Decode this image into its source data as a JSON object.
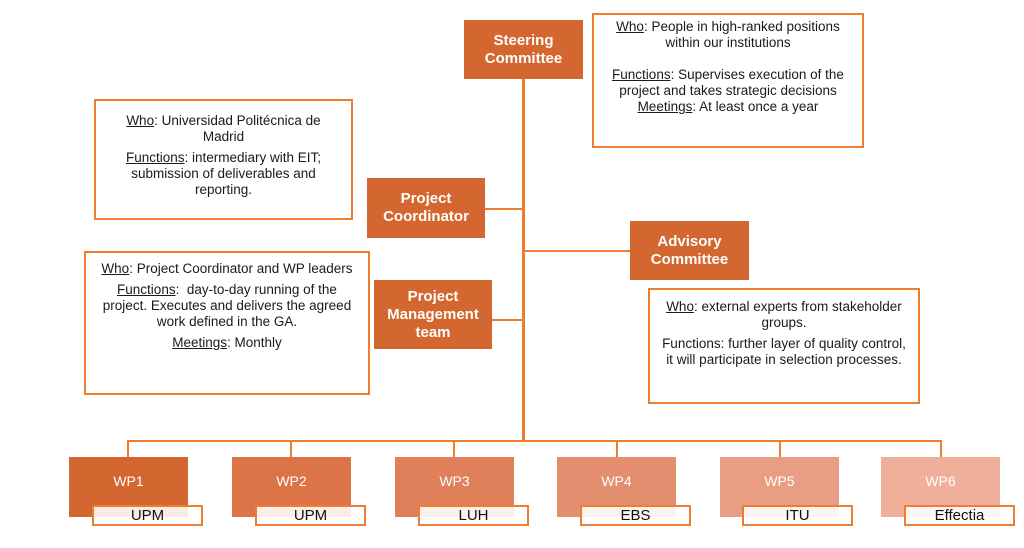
{
  "colors": {
    "accent": "#ed7d31",
    "role_box": "#d4662f",
    "wp_fills": [
      "#d4662f",
      "#dc7447",
      "#e0805a",
      "#e38e6e",
      "#e99d83",
      "#efaf9b"
    ]
  },
  "steering": {
    "title": "Steering Committee",
    "who_label": "Who",
    "who_text": ": People in high-ranked positions within our institutions",
    "functions_label": "Functions",
    "functions_text": ": Supervises execution of the project and takes strategic decisions",
    "meetings_label": "Meetings",
    "meetings_text": ": At least once a year"
  },
  "coordinator": {
    "title": "Project Coordinator",
    "who_label": "Who",
    "who_text": ": Universidad Politécnica de Madrid",
    "functions_label": "Functions",
    "functions_text": ": intermediary with EIT; submission of deliverables and reporting."
  },
  "management": {
    "title": "Project Management team",
    "who_label": "Who",
    "who_text": ": Project Coordinator and WP leaders",
    "functions_label": "Functions",
    "functions_text": ":  day-to-day running of the project. Executes and delivers the agreed work defined in the GA.",
    "meetings_label": "Meetings",
    "meetings_text": ": Monthly"
  },
  "advisory": {
    "title": "Advisory Committee",
    "who_label": "Who",
    "who_text": ": external experts from stakeholder groups.",
    "functions_text": "Functions: further layer of quality control, it will participate in selection processes."
  },
  "work_packages": [
    {
      "name": "WP1",
      "leader": "UPM"
    },
    {
      "name": "WP2",
      "leader": "UPM"
    },
    {
      "name": "WP3",
      "leader": "LUH"
    },
    {
      "name": "WP4",
      "leader": "EBS"
    },
    {
      "name": "WP5",
      "leader": "ITU"
    },
    {
      "name": "WP6",
      "leader": "Effectia"
    }
  ]
}
